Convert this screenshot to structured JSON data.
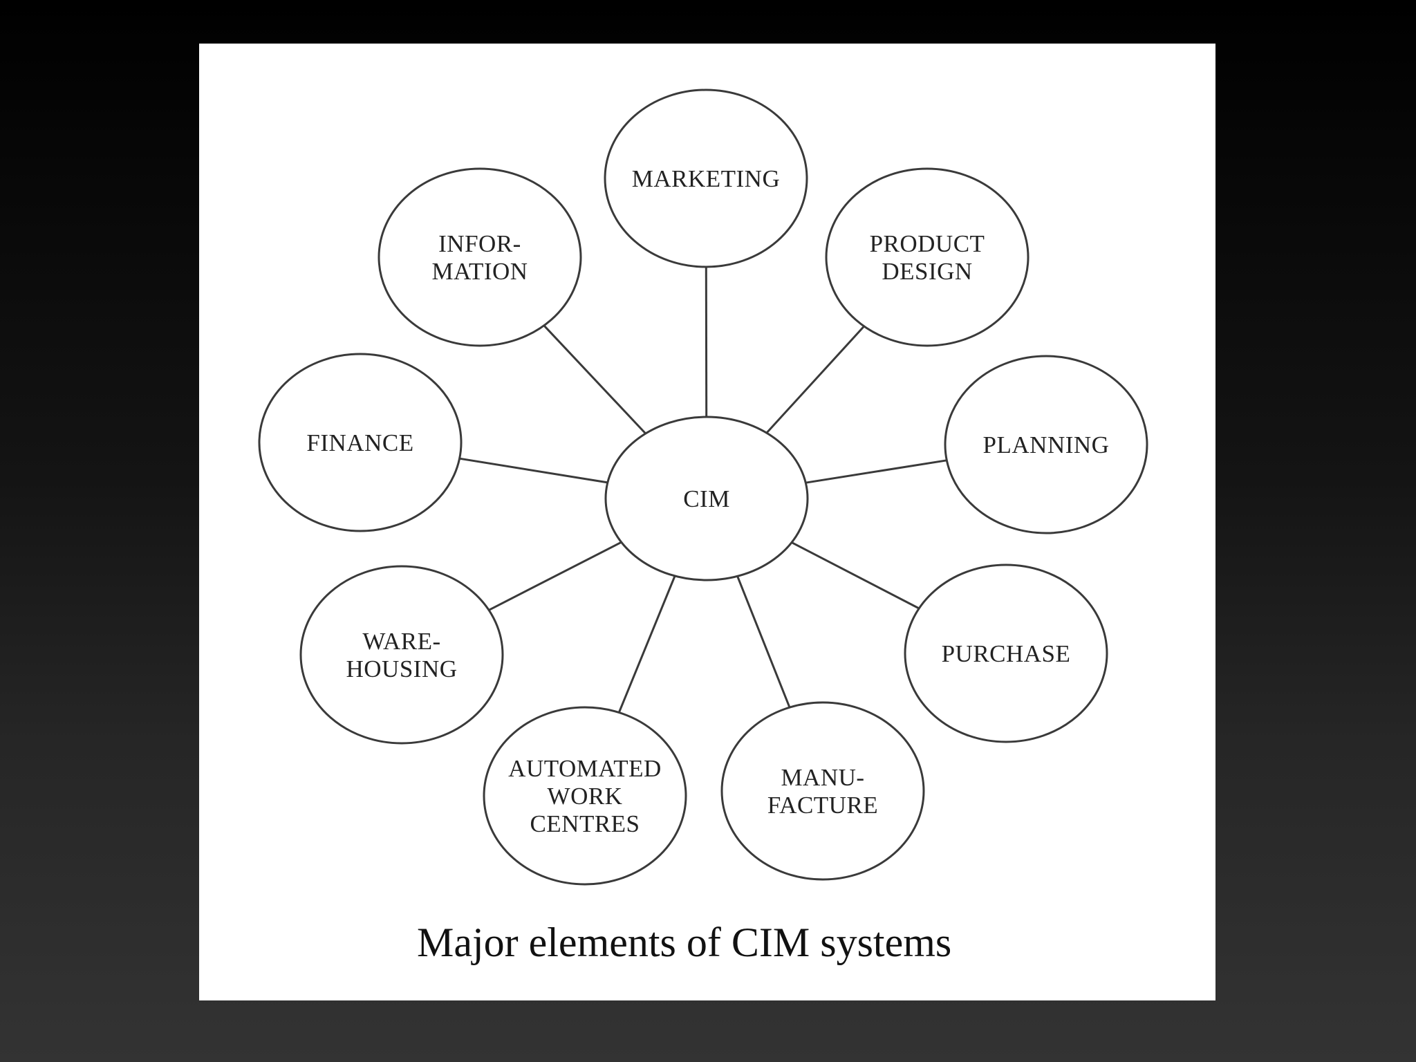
{
  "diagram": {
    "center": {
      "lines": [
        "CIM"
      ]
    },
    "nodes": [
      {
        "id": "marketing",
        "lines": [
          "MARKETING"
        ]
      },
      {
        "id": "product-design",
        "lines": [
          "PRODUCT",
          "DESIGN"
        ]
      },
      {
        "id": "planning",
        "lines": [
          "PLANNING"
        ]
      },
      {
        "id": "purchase",
        "lines": [
          "PURCHASE"
        ]
      },
      {
        "id": "manufacture",
        "lines": [
          "MANU-",
          "FACTURE"
        ]
      },
      {
        "id": "automated-work-centres",
        "lines": [
          "AUTOMATED",
          "WORK",
          "CENTRES"
        ]
      },
      {
        "id": "warehousing",
        "lines": [
          "WARE-",
          "HOUSING"
        ]
      },
      {
        "id": "finance",
        "lines": [
          "FINANCE"
        ]
      },
      {
        "id": "information",
        "lines": [
          "INFOR-",
          "MATION"
        ]
      }
    ]
  },
  "caption": "Major elements of CIM systems",
  "colors": {
    "stroke": "#3a3a3a",
    "text": "#222222",
    "panel": "#ffffff"
  }
}
